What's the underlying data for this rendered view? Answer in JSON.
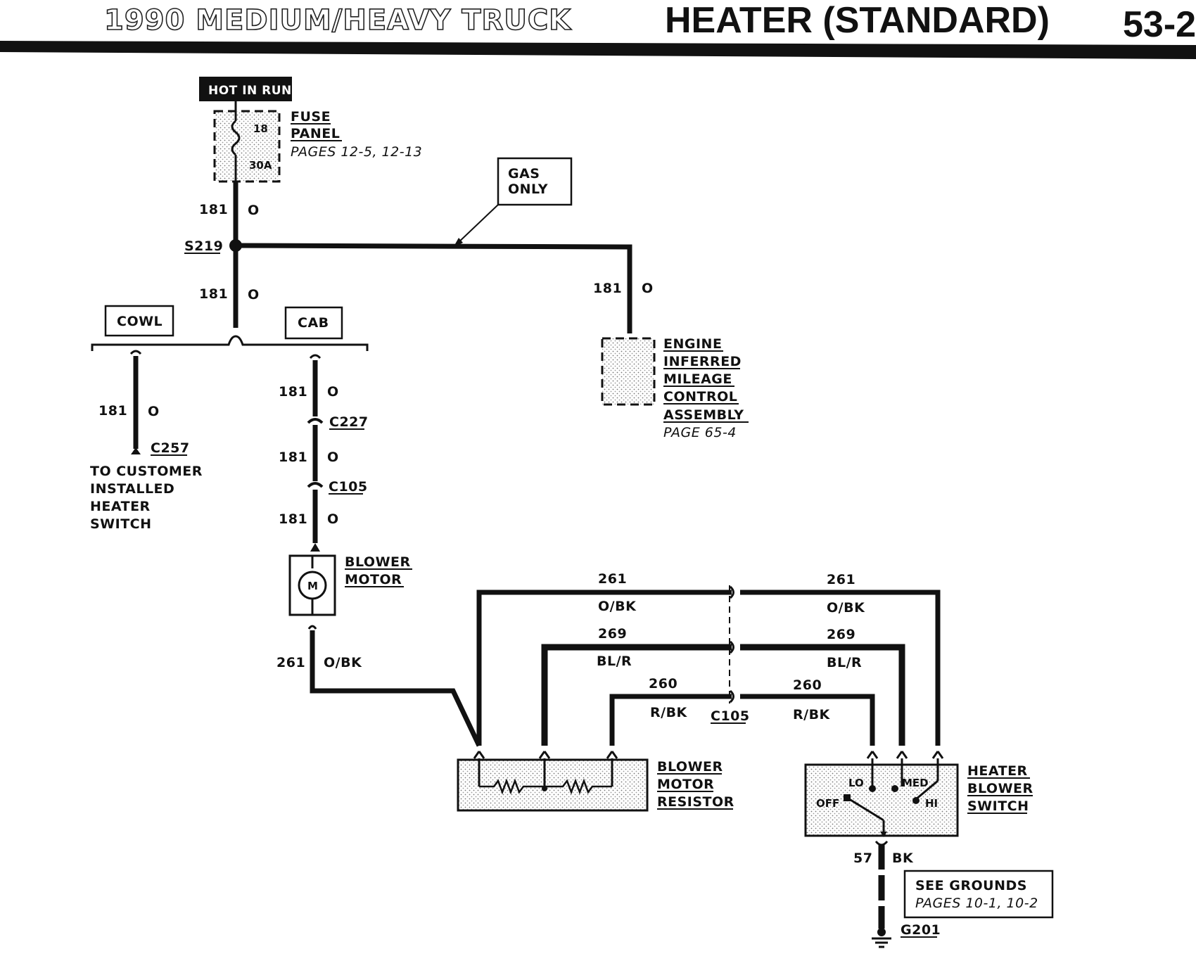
{
  "header": {
    "left_title": "1990 MEDIUM/HEAVY TRUCK",
    "right_title": "HEATER (STANDARD)",
    "page_number": "53-2"
  },
  "hot_in_run": "HOT IN RUN",
  "fuse_panel": {
    "fuse_number": "18",
    "fuse_rating": "30A",
    "name_line1": "FUSE",
    "name_line2": "PANEL",
    "pages": "PAGES 12-5, 12-13"
  },
  "gas_only": {
    "line1": "GAS",
    "line2": "ONLY"
  },
  "splice": "S219",
  "locations": {
    "cowl": "COWL",
    "cab": "CAB"
  },
  "wires": {
    "w181": "181",
    "color_o": "O",
    "w261": "261",
    "color_obk": "O/BK",
    "w269": "269",
    "color_blr": "BL/R",
    "w260": "260",
    "color_rbk": "R/BK",
    "w57": "57",
    "color_bk": "BK"
  },
  "eimc": {
    "line1": "ENGINE",
    "line2": "INFERRED",
    "line3": "MILEAGE",
    "line4": "CONTROL",
    "line5": "ASSEMBLY",
    "pages": "PAGE 65-4"
  },
  "connectors": {
    "c257": "C257",
    "c227": "C227",
    "c105": "C105"
  },
  "customer_switch": {
    "line1": "TO CUSTOMER",
    "line2": "INSTALLED",
    "line3": "HEATER",
    "line4": "SWITCH"
  },
  "blower_motor": {
    "symbol": "M",
    "line1": "BLOWER",
    "line2": "MOTOR"
  },
  "resistor": {
    "line1": "BLOWER",
    "line2": "MOTOR",
    "line3": "RESISTOR"
  },
  "blower_switch": {
    "line1": "HEATER",
    "line2": "BLOWER",
    "line3": "SWITCH",
    "pos_lo": "LO",
    "pos_med": "MED",
    "pos_off": "OFF",
    "pos_hi": "HI"
  },
  "grounds": {
    "line1": "SEE GROUNDS",
    "line2": "PAGES 10-1, 10-2",
    "ground": "G201"
  }
}
